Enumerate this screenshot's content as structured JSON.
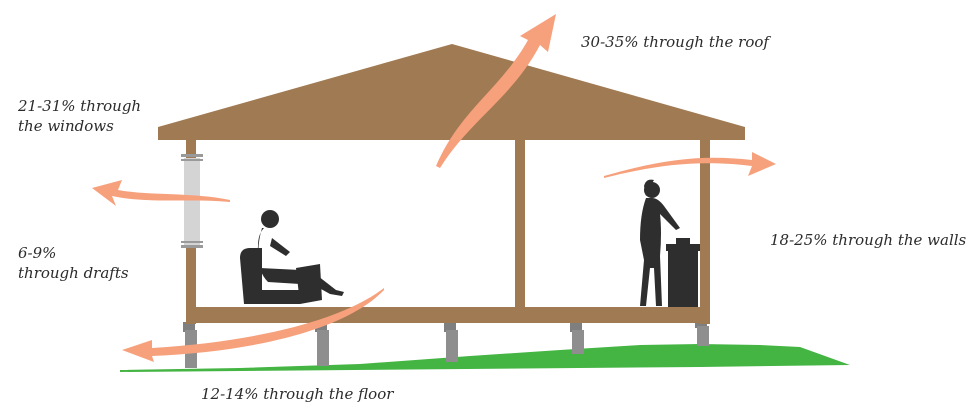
{
  "labels": {
    "roof": "30-35% through the roof",
    "windows_line1": "21-31% through",
    "windows_line2": "the windows",
    "walls": "18-25% through the walls",
    "drafts_line1": "6-9%",
    "drafts_line2": "through drafts",
    "floor": "12-14% through the floor"
  },
  "colors": {
    "house_wood": "#A07A52",
    "window_glass": "#D4D4D4",
    "window_frame": "#9A9A9A",
    "heat_arrow": "#F6A07C",
    "grass": "#44B443",
    "pier": "#8E8E8E",
    "silhouette": "#2E2E2E"
  }
}
